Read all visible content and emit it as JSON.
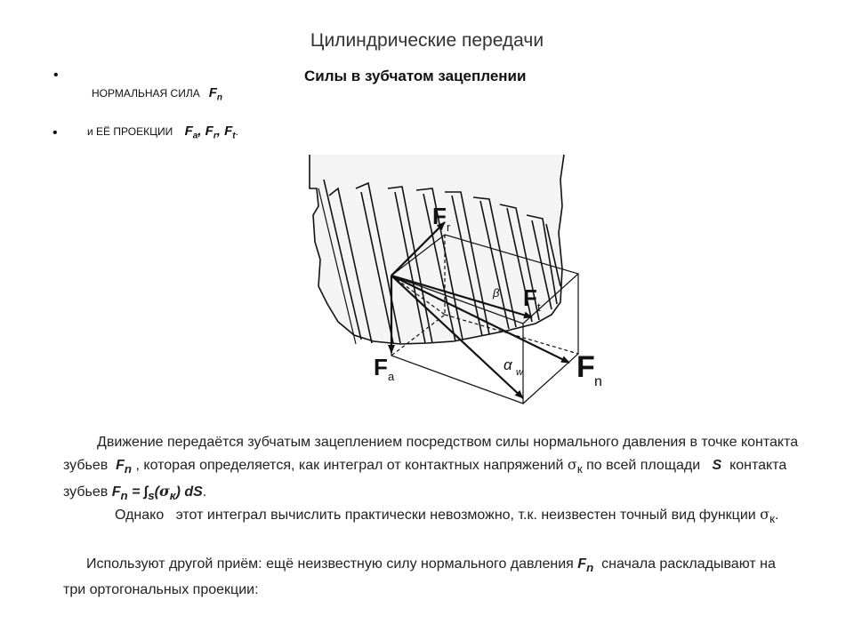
{
  "title": "Цилиндрические передачи",
  "subtitle": "Силы в зубчатом зацеплении",
  "bullets": {
    "b1_text": "НОРМАЛЬНАЯ СИЛА",
    "b1_force": "F",
    "b1_force_sub": "n",
    "b2_text": "и ЕЁ ПРОЕКЦИИ",
    "b2_f1": "F",
    "b2_f1_sub": "a",
    "b2_sep1": ", ",
    "b2_f2": "F",
    "b2_f2_sub": "r",
    "b2_sep2": ", ",
    "b2_f3": "F",
    "b2_f3_sub": "t",
    "b2_end": "."
  },
  "figure": {
    "label_fr": "F",
    "label_fr_sub": "r",
    "label_ft": "F",
    "label_ft_sub": "t",
    "label_fa": "F",
    "label_fa_sub": "a",
    "label_fn": "F",
    "label_fn_sub": "n",
    "label_beta": "β",
    "label_alpha": "α",
    "label_alpha_sub": "w"
  },
  "paragraphs": {
    "p1_a": "Движение передаётся зубчатым зацеплением посредством силы нормального давления в точке контакта зубьев",
    "p1_fn": "F",
    "p1_fn_sub": "n",
    "p1_b": ", которая определяется, как интеграл от контактных напряжений",
    "p1_sigma": "σ",
    "p1_sigma_sub": "к",
    "p1_c": "по всей площади",
    "p1_s": "S",
    "p1_d": "контакта зубьев",
    "p1_formula": "F",
    "p1_formula_sub": "n",
    "p1_formula_rest": " = ∫",
    "p1_formula_s": "s",
    "p1_formula_open": "(",
    "p1_formula_sig": "σ",
    "p1_formula_sig_sub": "к",
    "p1_formula_close": ") d",
    "p1_formula_S": "S",
    "p1_end": ".",
    "p2_a": "Однако",
    "p2_b": "этот интеграл вычислить практически невозможно, т.к. неизвестен точный вид функции",
    "p2_sigma": "σ",
    "p2_sigma_sub": "к",
    "p2_end": ".",
    "p3_a": "Используют другой приём:  ещё неизвестную силу нормального давления",
    "p3_fn": "F",
    "p3_fn_sub": "n",
    "p3_b": "сначала раскладывают на три ортогональных проекции:"
  }
}
